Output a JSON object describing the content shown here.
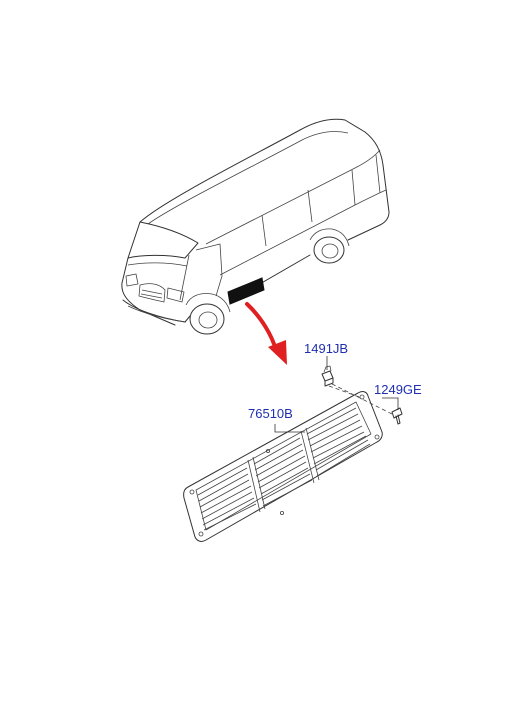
{
  "parts": [
    {
      "code": "1491JB"
    },
    {
      "code": "1249GE"
    },
    {
      "code": "76510B"
    }
  ],
  "colors": {
    "label": "#1f2fb0",
    "arrow": "#e02020",
    "line": "#333333",
    "vent_highlight": "#111111"
  },
  "icons": {
    "vehicle": "minibus-icon",
    "pointer": "curved-arrow-icon"
  }
}
